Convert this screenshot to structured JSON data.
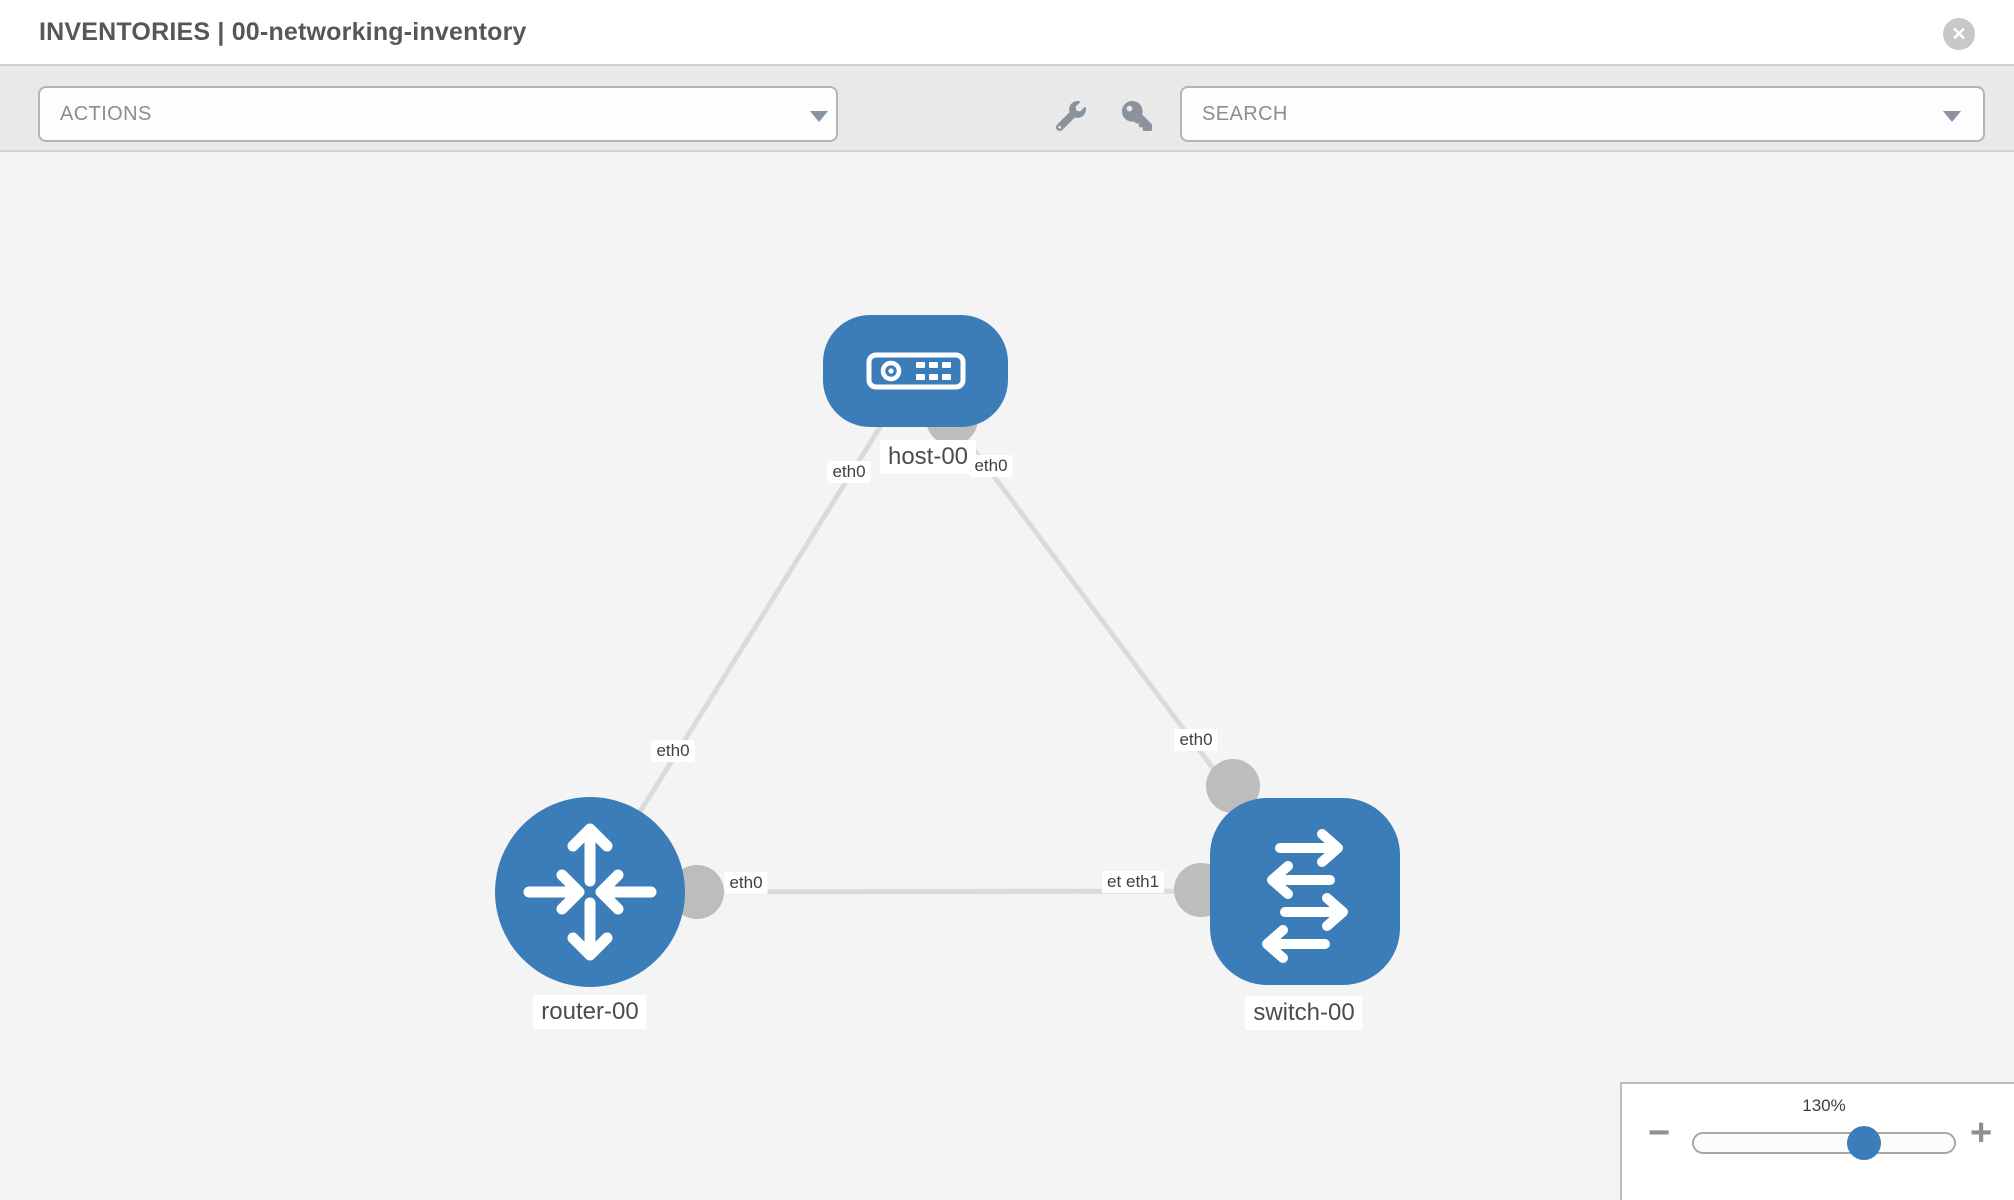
{
  "header": {
    "title": "INVENTORIES | 00-networking-inventory"
  },
  "toolbar": {
    "actions_label": "ACTIONS",
    "search_placeholder": "SEARCH",
    "icons": [
      "wrench-icon",
      "key-icon"
    ]
  },
  "colors": {
    "accent_blue": "#3b7db9",
    "endpoint_gray": "#bdbdbd",
    "link_gray": "#dbdbdb",
    "toolbar_bg": "#e9e9e9",
    "canvas_bg": "#f4f4f4"
  },
  "topology": {
    "nodes": [
      {
        "name": "host-00",
        "type": "host"
      },
      {
        "name": "router-00",
        "type": "router"
      },
      {
        "name": "switch-00",
        "type": "switch"
      }
    ],
    "links": [
      {
        "from": "host-00",
        "to": "router-00"
      },
      {
        "from": "host-00",
        "to": "switch-00"
      },
      {
        "from": "router-00",
        "to": "switch-00"
      }
    ],
    "interface_labels": [
      {
        "link": "host-00/router-00",
        "end": "host",
        "label": "eth0"
      },
      {
        "link": "host-00/router-00",
        "end": "router",
        "label": "eth0"
      },
      {
        "link": "host-00/switch-00",
        "end": "host",
        "label": "eth0"
      },
      {
        "link": "host-00/switch-00",
        "end": "switch",
        "label": "eth0"
      },
      {
        "link": "router-00/switch-00",
        "end": "router",
        "label": "eth0"
      },
      {
        "link": "router-00/switch-00",
        "end": "switch-behind",
        "label": "eth0"
      },
      {
        "link": "router-00/switch-00",
        "end": "switch-front",
        "label": "eth1"
      }
    ]
  },
  "zoom_control": {
    "value": "130%",
    "minus_label": "−",
    "plus_label": "+"
  }
}
